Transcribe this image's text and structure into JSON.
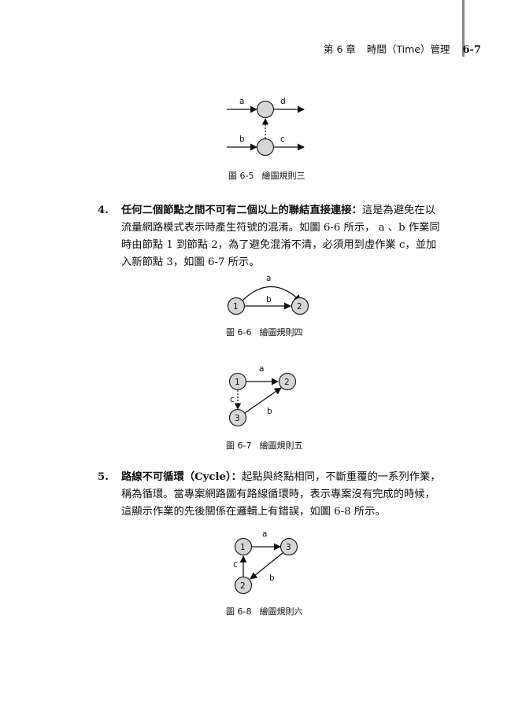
{
  "header": {
    "chapter": "第 6 章",
    "title": "時間（Time）管理",
    "page": "6-7"
  },
  "fig5": {
    "caption_no": "圖 6-5",
    "caption_title": "繪圖規則三",
    "labels": {
      "a": "a",
      "b": "b",
      "c": "c",
      "d": "d"
    }
  },
  "item4": {
    "num": "4.",
    "lead": "任何二個節點之間不可有二個以上的聯結直接連接：",
    "lines": [
      "這是為避免在以",
      "流量網路模式表示時產生符號的混淆。如圖 6-6 所示， a 、b 作業同",
      "時由節點 1 到節點 2，為了避免混淆不清，必須用到虛作業 c，並加",
      "入新節點 3，如圖 6-7 所示。"
    ]
  },
  "fig6": {
    "caption_no": "圖 6-6",
    "caption_title": "繪圖規則四",
    "labels": {
      "a": "a",
      "b": "b"
    },
    "nodes": [
      "1",
      "2"
    ]
  },
  "fig7": {
    "caption_no": "圖 6-7",
    "caption_title": "繪圖規則五",
    "labels": {
      "a": "a",
      "b": "b",
      "c": "c"
    },
    "nodes": [
      "1",
      "2",
      "3"
    ]
  },
  "item5": {
    "num": "5.",
    "lead": "路線不可循環（Cycle）：",
    "lines": [
      "起點與終點相同，不斷重覆的一系列作業，",
      "稱為循環。當專案網路圖有路線循環時，表示專案沒有完成的時候，",
      "這顯示作業的先後關係在邏輯上有錯誤，如圖 6-8 所示。"
    ]
  },
  "fig8": {
    "caption_no": "圖 6-8",
    "caption_title": "繪圖規則六",
    "labels": {
      "a": "a",
      "b": "b",
      "c": "c"
    },
    "nodes": [
      "1",
      "2",
      "3"
    ]
  }
}
